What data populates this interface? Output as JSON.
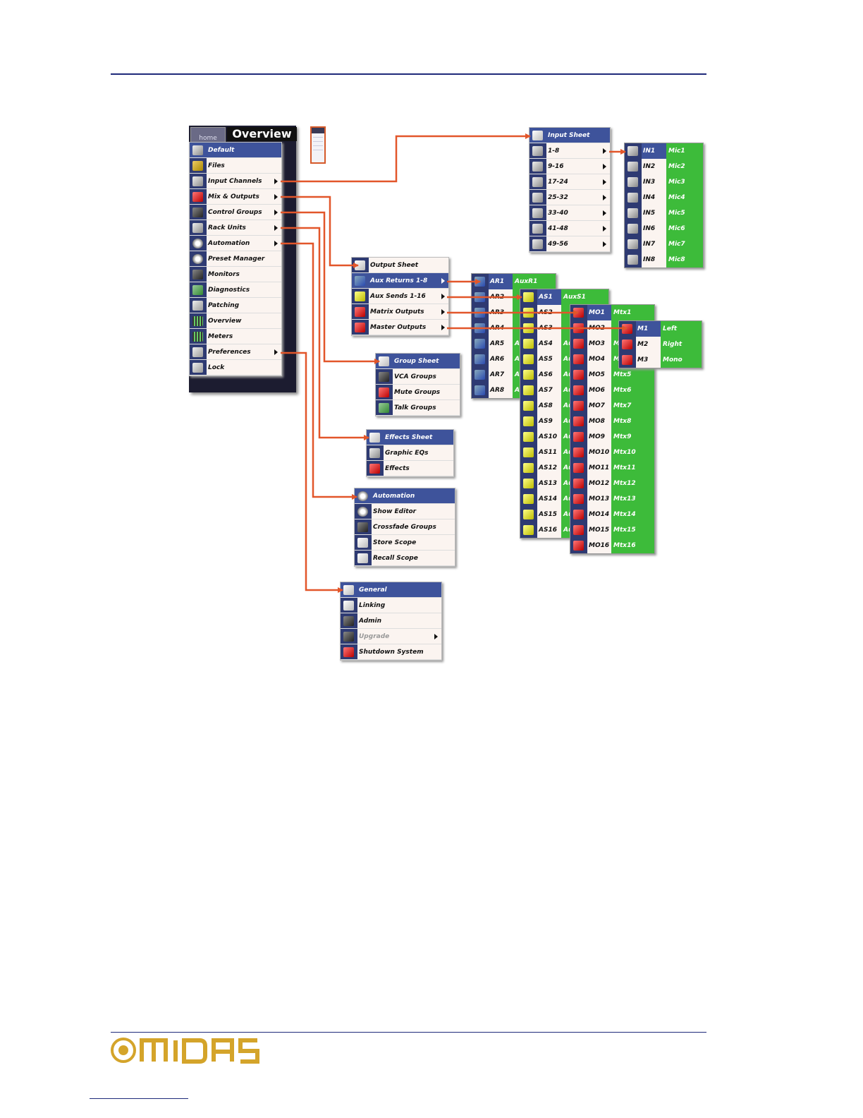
{
  "main": {
    "home_tab": "home",
    "title": "Overview",
    "menu": [
      {
        "label": "Default",
        "icon": "channel-icon",
        "color": "grey",
        "selected": true,
        "sub": false
      },
      {
        "label": "Files",
        "icon": "folder-icon",
        "color": "folder",
        "selected": false,
        "sub": false
      },
      {
        "label": "Input Channels",
        "icon": "channel-icon",
        "color": "grey",
        "selected": false,
        "sub": true
      },
      {
        "label": "Mix & Outputs",
        "icon": "channel-icon",
        "color": "red",
        "selected": false,
        "sub": true
      },
      {
        "label": "Control Groups",
        "icon": "fader-icon",
        "color": "dark",
        "selected": false,
        "sub": true
      },
      {
        "label": "Rack Units",
        "icon": "rack-icon",
        "color": "grey",
        "selected": false,
        "sub": true
      },
      {
        "label": "Automation",
        "icon": "gears-icon",
        "color": "gear",
        "selected": false,
        "sub": true
      },
      {
        "label": "Preset Manager",
        "icon": "gears-icon",
        "color": "gear",
        "selected": false,
        "sub": false
      },
      {
        "label": "Monitors",
        "icon": "headphones-icon",
        "color": "dark",
        "selected": false,
        "sub": false
      },
      {
        "label": "Diagnostics",
        "icon": "diagnostics-icon",
        "color": "green",
        "selected": false,
        "sub": false
      },
      {
        "label": "Patching",
        "icon": "connector-icon",
        "color": "lockc",
        "selected": false,
        "sub": false
      },
      {
        "label": "Overview",
        "icon": "meter-icon",
        "color": "meter",
        "selected": false,
        "sub": false
      },
      {
        "label": "Meters",
        "icon": "meter-icon",
        "color": "meter",
        "selected": false,
        "sub": false
      },
      {
        "label": "Preferences",
        "icon": "list-icon",
        "color": "lockc",
        "selected": false,
        "sub": true
      },
      {
        "label": "Lock",
        "icon": "lock-icon",
        "color": "lockc",
        "selected": false,
        "sub": false
      }
    ]
  },
  "input_menu": [
    {
      "label": "Input Sheet",
      "color": "page",
      "selected": true,
      "sub": false
    },
    {
      "label": "1-8",
      "color": "grey",
      "selected": false,
      "sub": true
    },
    {
      "label": "9-16",
      "color": "grey",
      "selected": false,
      "sub": true
    },
    {
      "label": "17-24",
      "color": "grey",
      "selected": false,
      "sub": true
    },
    {
      "label": "25-32",
      "color": "grey",
      "selected": false,
      "sub": true
    },
    {
      "label": "33-40",
      "color": "grey",
      "selected": false,
      "sub": true
    },
    {
      "label": "41-48",
      "color": "grey",
      "selected": false,
      "sub": true
    },
    {
      "label": "49-56",
      "color": "grey",
      "selected": false,
      "sub": true
    }
  ],
  "input_channels": [
    {
      "id": "IN1",
      "name": "Mic1"
    },
    {
      "id": "IN2",
      "name": "Mic2"
    },
    {
      "id": "IN3",
      "name": "Mic3"
    },
    {
      "id": "IN4",
      "name": "Mic4"
    },
    {
      "id": "IN5",
      "name": "Mic5"
    },
    {
      "id": "IN6",
      "name": "Mic6"
    },
    {
      "id": "IN7",
      "name": "Mic7"
    },
    {
      "id": "IN8",
      "name": "Mic8"
    }
  ],
  "output_menu": [
    {
      "label": "Output Sheet",
      "color": "page",
      "selected": false,
      "sub": false
    },
    {
      "label": "Aux Returns 1-8",
      "color": "blue",
      "selected": true,
      "sub": true
    },
    {
      "label": "Aux Sends 1-16",
      "color": "yellow",
      "selected": false,
      "sub": true
    },
    {
      "label": "Matrix Outputs",
      "color": "red",
      "selected": false,
      "sub": true
    },
    {
      "label": "Master Outputs",
      "color": "red",
      "selected": false,
      "sub": true
    }
  ],
  "aux_returns": [
    {
      "id": "AR1",
      "name": "AuxR1"
    },
    {
      "id": "AR2",
      "name": ""
    },
    {
      "id": "AR3",
      "name": ""
    },
    {
      "id": "AR4",
      "name": ""
    },
    {
      "id": "AR5",
      "name": "A"
    },
    {
      "id": "AR6",
      "name": "A"
    },
    {
      "id": "AR7",
      "name": "A"
    },
    {
      "id": "AR8",
      "name": "A"
    }
  ],
  "aux_sends": [
    {
      "id": "AS1",
      "name": "AuxS1"
    },
    {
      "id": "AS2",
      "name": ""
    },
    {
      "id": "AS3",
      "name": ""
    },
    {
      "id": "AS4",
      "name": "Au"
    },
    {
      "id": "AS5",
      "name": "Au"
    },
    {
      "id": "AS6",
      "name": "Au"
    },
    {
      "id": "AS7",
      "name": "Au"
    },
    {
      "id": "AS8",
      "name": "Au"
    },
    {
      "id": "AS9",
      "name": "Au"
    },
    {
      "id": "AS10",
      "name": "Au"
    },
    {
      "id": "AS11",
      "name": "Au"
    },
    {
      "id": "AS12",
      "name": "Au"
    },
    {
      "id": "AS13",
      "name": "Au"
    },
    {
      "id": "AS14",
      "name": "Au"
    },
    {
      "id": "AS15",
      "name": "Au"
    },
    {
      "id": "AS16",
      "name": "Au"
    }
  ],
  "matrix_outputs": [
    {
      "id": "MO1",
      "name": "Mtx1"
    },
    {
      "id": "MO2",
      "name": ""
    },
    {
      "id": "MO3",
      "name": "M"
    },
    {
      "id": "MO4",
      "name": "M"
    },
    {
      "id": "MO5",
      "name": "Mtx5"
    },
    {
      "id": "MO6",
      "name": "Mtx6"
    },
    {
      "id": "MO7",
      "name": "Mtx7"
    },
    {
      "id": "MO8",
      "name": "Mtx8"
    },
    {
      "id": "MO9",
      "name": "Mtx9"
    },
    {
      "id": "MO10",
      "name": "Mtx10"
    },
    {
      "id": "MO11",
      "name": "Mtx11"
    },
    {
      "id": "MO12",
      "name": "Mtx12"
    },
    {
      "id": "MO13",
      "name": "Mtx13"
    },
    {
      "id": "MO14",
      "name": "Mtx14"
    },
    {
      "id": "MO15",
      "name": "Mtx15"
    },
    {
      "id": "MO16",
      "name": "Mtx16"
    }
  ],
  "master_outputs": [
    {
      "id": "M1",
      "name": "Left"
    },
    {
      "id": "M2",
      "name": "Right"
    },
    {
      "id": "M3",
      "name": "Mono"
    }
  ],
  "group_menu": [
    {
      "label": "Group Sheet",
      "color": "page",
      "selected": true,
      "sub": false
    },
    {
      "label": "VCA Groups",
      "color": "dark",
      "selected": false,
      "sub": false
    },
    {
      "label": "Mute Groups",
      "color": "red",
      "selected": false,
      "sub": false
    },
    {
      "label": "Talk Groups",
      "color": "green",
      "selected": false,
      "sub": false
    }
  ],
  "rack_menu": [
    {
      "label": "Effects Sheet",
      "color": "page",
      "selected": true,
      "sub": false
    },
    {
      "label": "Graphic EQs",
      "color": "grey",
      "selected": false,
      "sub": false
    },
    {
      "label": "Effects",
      "color": "red",
      "selected": false,
      "sub": false
    }
  ],
  "automation_menu": [
    {
      "label": "Automation",
      "color": "gear",
      "selected": true,
      "sub": false
    },
    {
      "label": "Show Editor",
      "color": "gear",
      "selected": false,
      "sub": false
    },
    {
      "label": "Crossfade Groups",
      "color": "dark",
      "selected": false,
      "sub": false
    },
    {
      "label": "Store Scope",
      "color": "page",
      "selected": false,
      "sub": false
    },
    {
      "label": "Recall Scope",
      "color": "page",
      "selected": false,
      "sub": false
    }
  ],
  "preferences_menu": [
    {
      "label": "General",
      "color": "page",
      "selected": true,
      "sub": false,
      "disabled": false
    },
    {
      "label": "Linking",
      "color": "page",
      "selected": false,
      "sub": false,
      "disabled": false
    },
    {
      "label": "Admin",
      "color": "dark",
      "selected": false,
      "sub": false,
      "disabled": false
    },
    {
      "label": "Upgrade",
      "color": "dark",
      "selected": false,
      "sub": true,
      "disabled": true
    },
    {
      "label": "Shutdown System",
      "color": "red",
      "selected": false,
      "sub": false,
      "disabled": false
    }
  ],
  "colors": {
    "arrow": "#e2562a",
    "menu_selected": "#3e539b",
    "icon_column": "#2e3a72",
    "list_green": "#3dbb3a",
    "rule": "#1f2a7a"
  },
  "footer": {
    "logo_text": "MIDAS"
  }
}
